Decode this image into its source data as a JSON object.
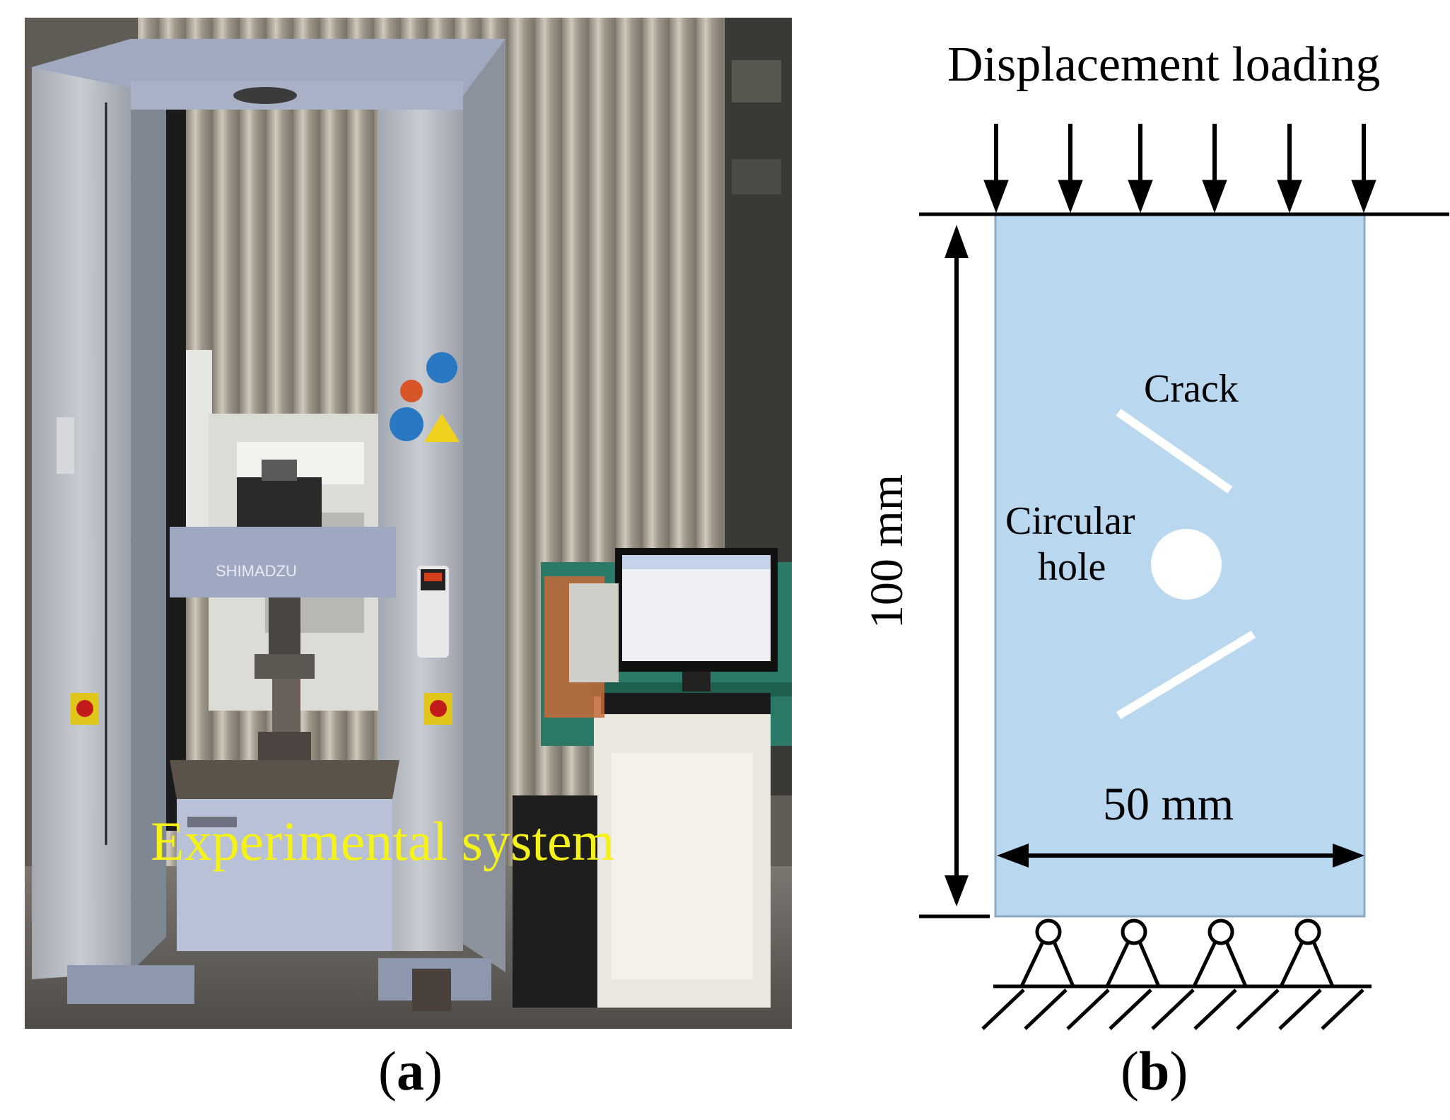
{
  "panel_a": {
    "caption": "Experimental system",
    "label_open": "(",
    "label_letter": "a",
    "label_close": ")",
    "machine_brand": "SHIMADZU",
    "colors": {
      "caption": "#f5f21a"
    }
  },
  "panel_b": {
    "title": "Displacement loading",
    "crack_label": "Crack",
    "hole_label_line1": "Circular",
    "hole_label_line2": "hole",
    "width_label": "50 mm",
    "height_label": "100 mm",
    "label_open": "(",
    "label_letter": "b",
    "label_close": ")",
    "colors": {
      "specimen": "#b9d7ef",
      "specimen_border": "#8fa9c2",
      "lines": "#000000",
      "crack_and_hole": "#ffffff"
    }
  }
}
